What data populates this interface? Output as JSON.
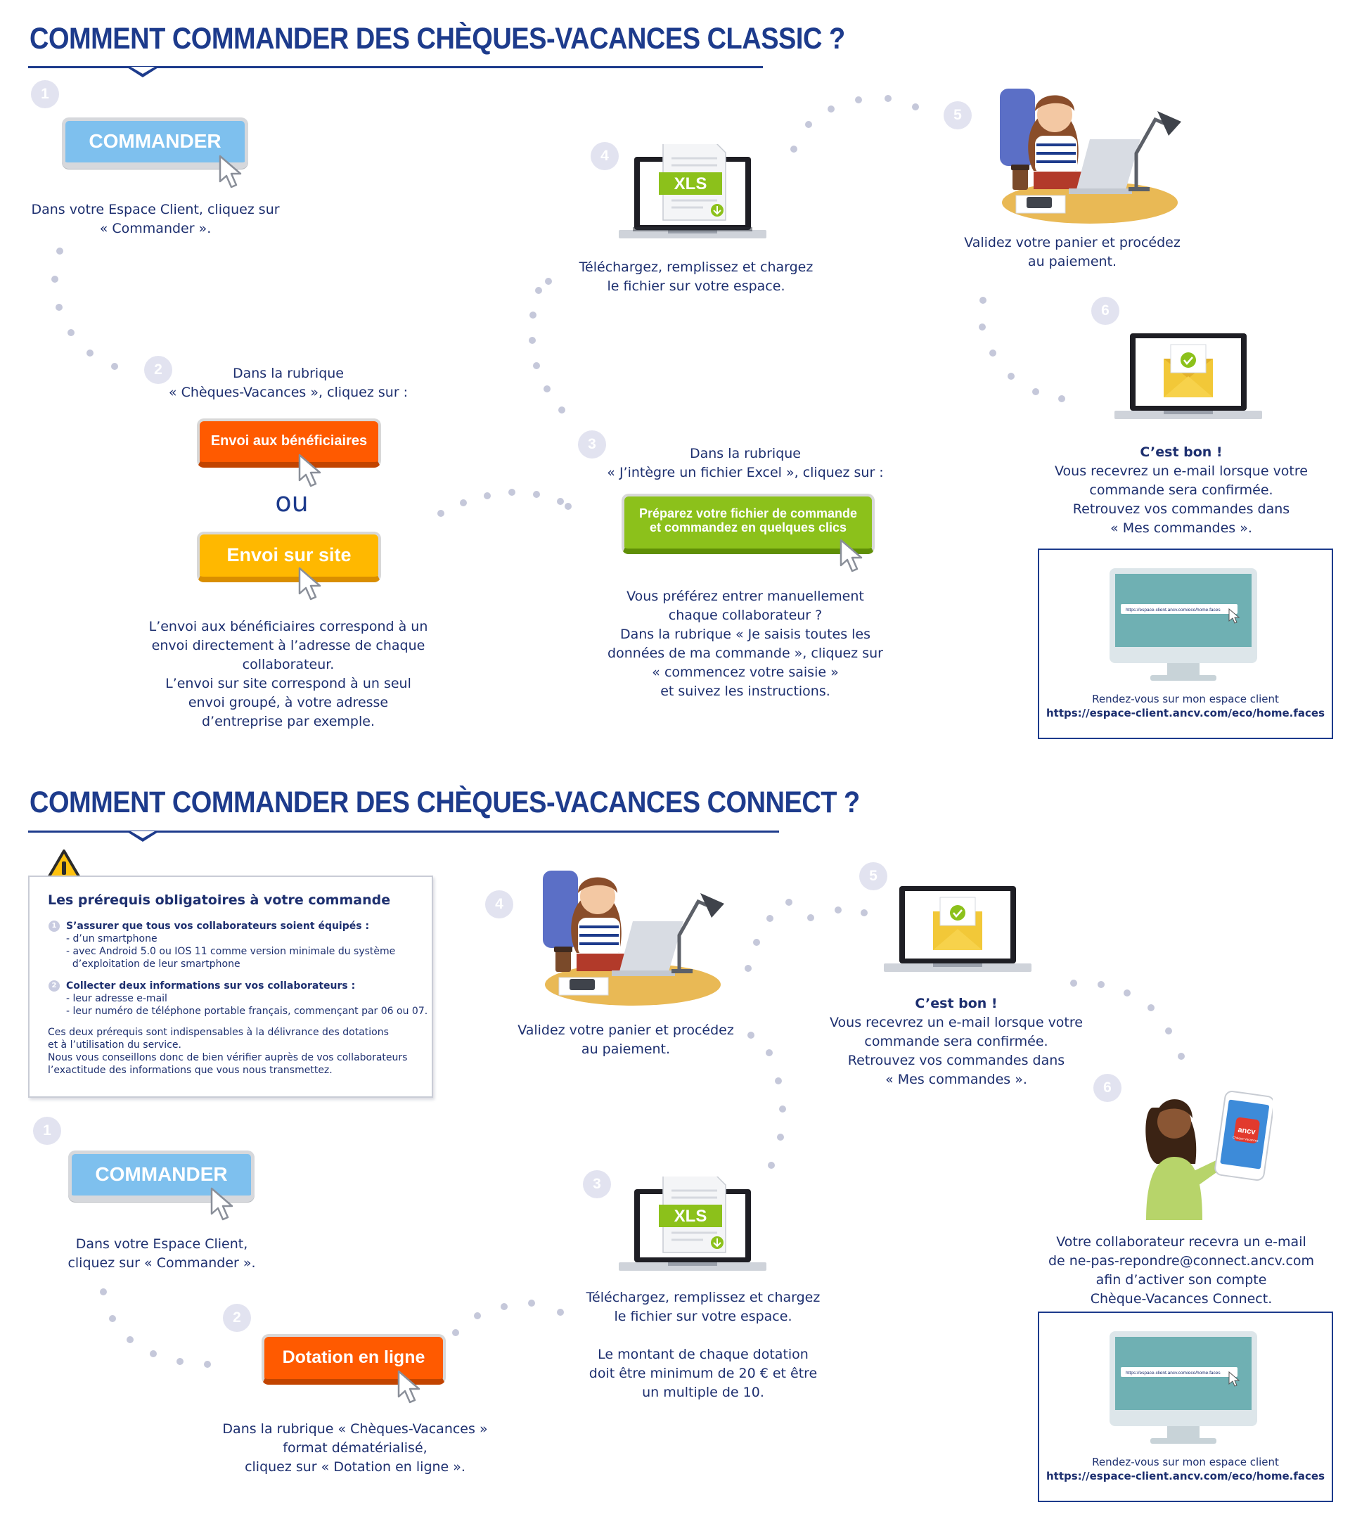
{
  "classic": {
    "title": "COMMENT COMMANDER DES CHÈQUES-VACANCES CLASSIC ?",
    "steps": [
      "1",
      "2",
      "3",
      "4",
      "5",
      "6"
    ],
    "step1": {
      "button": "COMMANDER",
      "text": [
        "Dans votre Espace Client, cliquez sur",
        "« Commander »."
      ]
    },
    "step2": {
      "intro": [
        "Dans la rubrique",
        "« Chèques-Vacances », cliquez sur :"
      ],
      "button_beneficiaires": "Envoi aux bénéficiaires",
      "or": "ou",
      "button_site": "Envoi sur site",
      "text": [
        "L’envoi aux bénéficiaires correspond à un",
        "envoi directement à l’adresse de chaque",
        "collaborateur.",
        "L’envoi sur site correspond à un seul",
        "envoi groupé, à votre adresse",
        "d’entreprise par exemple."
      ]
    },
    "step3": {
      "intro": [
        "Dans la rubrique",
        "« J’intègre un fichier Excel », cliquez sur :"
      ],
      "button": [
        "Préparez votre fichier de commande",
        "et commandez en quelques clics"
      ],
      "text": [
        "Vous préférez entrer manuellement",
        "chaque collaborateur ?",
        "Dans la rubrique « Je saisis toutes les",
        "données de ma commande », cliquez sur",
        "« commencez votre saisie »",
        "et suivez les instructions."
      ]
    },
    "step4": {
      "file_label": "XLS",
      "text": [
        "Téléchargez, remplissez et chargez",
        "le fichier sur votre espace."
      ]
    },
    "step5": {
      "text": [
        "Validez votre panier et procédez",
        "au paiement."
      ]
    },
    "step6": {
      "heading": "C’est bon !",
      "text": [
        "Vous recevrez un e-mail lorsque votre",
        "commande sera confirmée.",
        "Retrouvez vos commandes dans",
        "« Mes commandes »."
      ]
    },
    "espace": {
      "screen_url": "https://espace-client.ancv.com/eco/home.faces",
      "caption": "Rendez-vous sur mon espace client",
      "url": "https://espace-client.ancv.com/eco/home.faces"
    }
  },
  "connect": {
    "title": "COMMENT COMMANDER DES CHÈQUES-VACANCES CONNECT ?",
    "steps": [
      "1",
      "2",
      "3",
      "4",
      "5",
      "6"
    ],
    "prerequis": {
      "title": "Les prérequis obligatoires à votre commande",
      "items": [
        {
          "num": "1",
          "heading": "S’assurer que tous vos collaborateurs soient équipés :",
          "lines": [
            "- d’un smartphone",
            "- avec Android 5.0 ou IOS 11 comme version minimale du système",
            "  d’exploitation de leur smartphone"
          ]
        },
        {
          "num": "2",
          "heading": "Collecter deux informations sur vos collaborateurs :",
          "lines": [
            "- leur adresse e-mail",
            "- leur numéro de téléphone portable français, commençant par 06 ou 07."
          ]
        }
      ],
      "footer": [
        "Ces deux prérequis sont indispensables à la délivrance des dotations",
        "et à l’utilisation du service.",
        "Nous vous conseillons donc de bien vérifier auprès de vos collaborateurs",
        "l’exactitude des informations que vous nous transmettez."
      ]
    },
    "step1": {
      "button": "COMMANDER",
      "text": [
        "Dans votre Espace Client,",
        "cliquez sur « Commander »."
      ]
    },
    "step2": {
      "button": "Dotation en ligne",
      "text": [
        "Dans la rubrique « Chèques-Vacances »",
        "format dématérialisé,",
        "cliquez sur « Dotation en ligne »."
      ]
    },
    "step3": {
      "file_label": "XLS",
      "text": [
        "Téléchargez, remplissez et chargez",
        "le fichier sur votre espace.",
        "",
        "Le montant de chaque dotation",
        "doit être minimum de 20 € et être",
        "un multiple de 10."
      ]
    },
    "step4": {
      "text": [
        "Validez votre panier et procédez",
        "au paiement."
      ]
    },
    "step5": {
      "heading": "C’est bon !",
      "text": [
        "Vous recevrez un e-mail lorsque votre",
        "commande sera confirmée.",
        "Retrouvez vos commandes dans",
        "« Mes commandes »."
      ]
    },
    "step6": {
      "phone_brand": "ancv",
      "phone_sub": "Chèque-Vacances",
      "text": [
        "Votre collaborateur recevra un e-mail",
        "de ne-pas-repondre@connect.ancv.com",
        "afin d’activer son compte",
        "Chèque-Vacances Connect."
      ]
    },
    "espace": {
      "screen_url": "https://espace-client.ancv.com/eco/home.faces",
      "caption": "Rendez-vous sur mon espace client",
      "url": "https://espace-client.ancv.com/eco/home.faces"
    }
  },
  "colors": {
    "navy": "#1d3b8c",
    "text": "#1d2f6f",
    "step_circle": "#e2e3f0",
    "blue_button": "#7ec0ee",
    "orange_button": "#ff5a00",
    "yellow_button": "#ffb800",
    "green_button": "#8cc11b",
    "xls_green": "#8cc11b",
    "monitor_screen": "#6fb0b3"
  }
}
